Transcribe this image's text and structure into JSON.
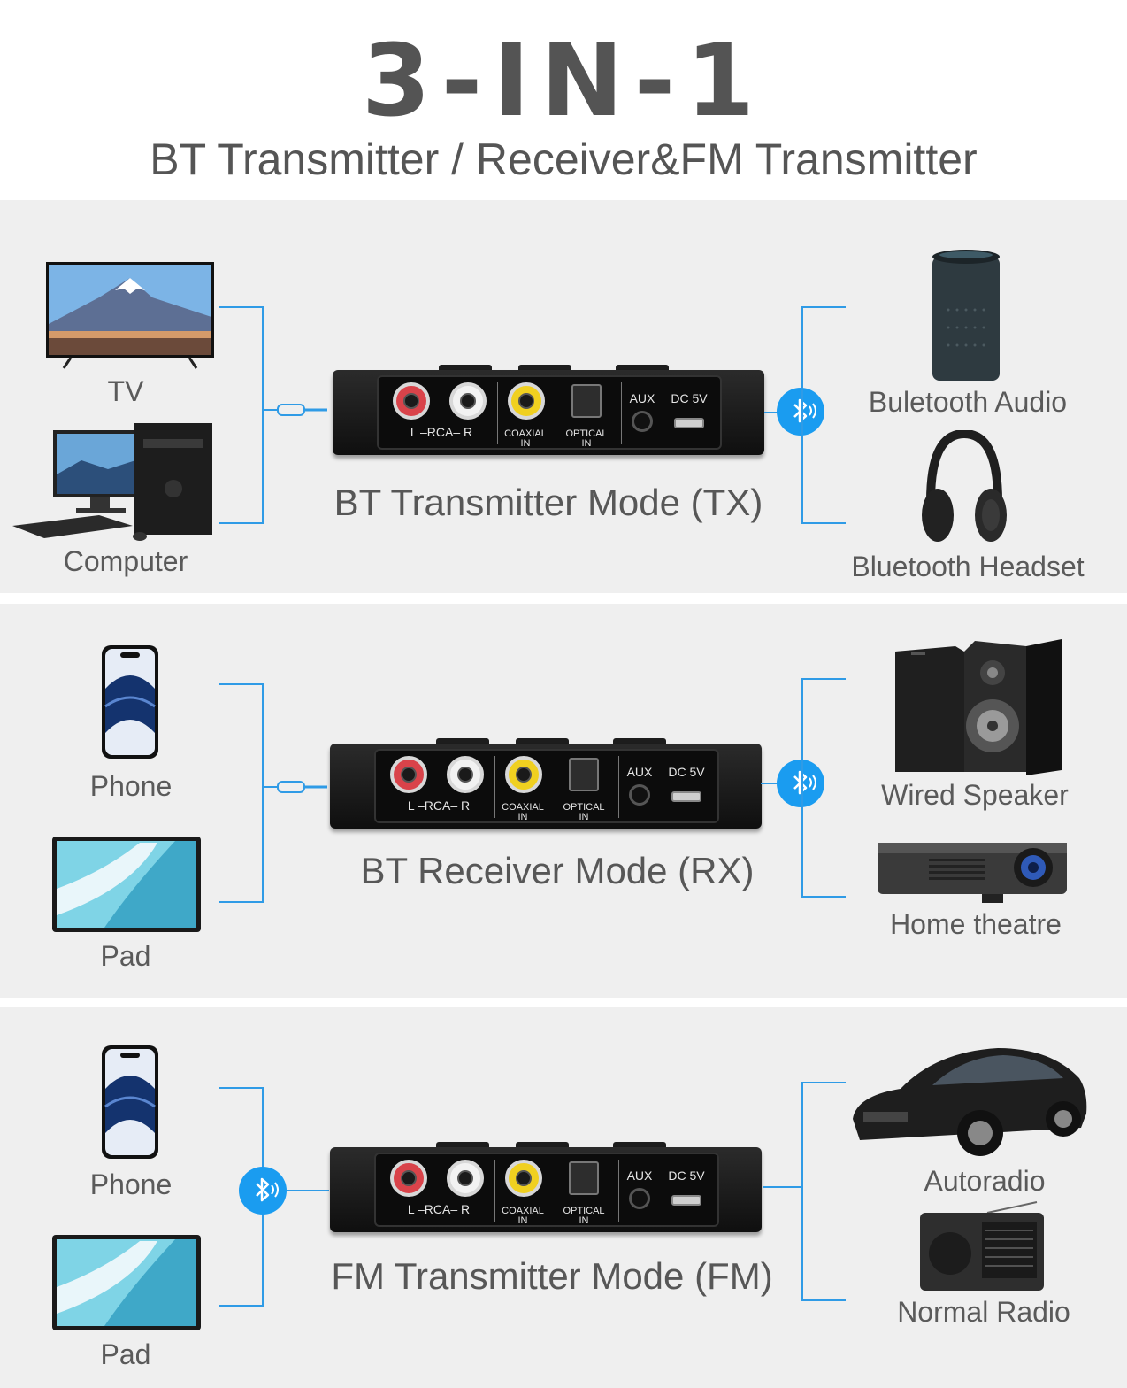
{
  "header": {
    "title": "3-IN-1",
    "subtitle": "BT Transmitter / Receiver&FM Transmitter"
  },
  "device_labels": {
    "rca": "L –RCA– R",
    "coaxial": "COAXIAL",
    "coaxial_in": "IN",
    "optical": "OPTICAL",
    "optical_in": "IN",
    "aux": "AUX",
    "dc": "DC 5V"
  },
  "panels": [
    {
      "mode": "BT Transmitter Mode (TX)",
      "sources": [
        "TV",
        "Computer"
      ],
      "targets": [
        "Buletooth Audio",
        "Bluetooth Headset"
      ]
    },
    {
      "mode": "BT Receiver Mode (RX)",
      "sources": [
        "Phone",
        "Pad"
      ],
      "targets": [
        "Wired Speaker",
        "Home theatre"
      ]
    },
    {
      "mode": "FM Transmitter Mode (FM)",
      "sources": [
        "Phone",
        "Pad"
      ],
      "targets": [
        "Autoradio",
        "Normal Radio"
      ]
    }
  ],
  "colors": {
    "accent_blue": "#1a9cf0",
    "line_blue": "#2f9be6",
    "panel_bg": "#efefef",
    "text_gray": "#555555"
  }
}
